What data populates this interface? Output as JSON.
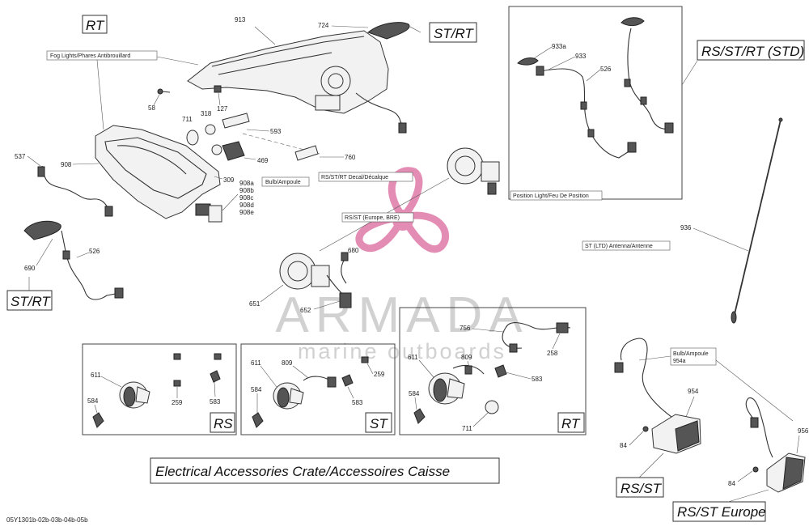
{
  "parts": {
    "p913": "913",
    "p724": "724",
    "p58": "58",
    "p127": "127",
    "p318": "318",
    "p711": "711",
    "p593": "593",
    "p469": "469",
    "p537": "537",
    "p908": "908",
    "p309": "309",
    "p908a": "908a",
    "p908b": "908b",
    "p908c": "908c",
    "p908d": "908d",
    "p908e": "908e",
    "p760": "760",
    "p690": "690",
    "p526": "526",
    "p933a": "933a",
    "p933": "933",
    "p526b": "526",
    "p936": "936",
    "p680": "680",
    "p651": "651",
    "p652": "652",
    "p756": "756",
    "p258": "258",
    "rs611": "611",
    "rs584": "584",
    "rs259": "259",
    "rs583": "583",
    "st611": "611",
    "st809": "809",
    "st584": "584",
    "st259": "259",
    "st583": "583",
    "rt611": "611",
    "rt809": "809",
    "rt584": "584",
    "rt583": "583",
    "rt711": "711",
    "p954": "954",
    "p84a": "84",
    "p956": "956",
    "p84b": "84"
  },
  "labels": {
    "fog_lights": "Fog Lights/Phares Antibrouillard",
    "bulb_ampoule": "Bulb/Ampoule",
    "decal": "RS/ST/RT Decal/Décalque",
    "rs_st_europe_bre": "RS/ST (Europe, BRE)",
    "position_light": "Position Light/Feu De Position",
    "antenna": "ST (LTD) Antenna/Antenne",
    "bulb_954a_l1": "Bulb/Ampoule",
    "bulb_954a_l2": "954a"
  },
  "model_tags": {
    "rt_top": "RT",
    "st_rt_top": "ST/RT",
    "rs_st_rt_std": "RS/ST/RT (STD)",
    "st_rt_left": "ST/RT",
    "box_rs": "RS",
    "box_st": "ST",
    "box_rt": "RT",
    "rs_st": "RS/ST",
    "rs_st_europe": "RS/ST Europe"
  },
  "title": "Electrical Accessories Crate/Accessoires Caisse",
  "watermark": {
    "brand": "ARMADA",
    "sub": "marine outboards",
    "color": "#e07aa8"
  },
  "diagram_id": "05Y1301b-02b-03b-04b-05b"
}
